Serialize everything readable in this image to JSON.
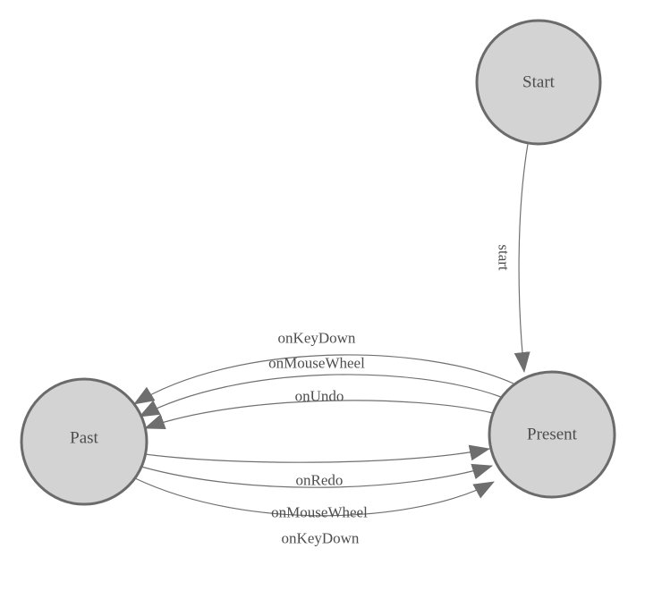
{
  "diagram": {
    "type": "state-machine",
    "background_color": "#ffffff",
    "node_fill_color": "#d3d3d3",
    "node_border_color": "#6b6b6b",
    "edge_line_color": "#707070",
    "arrowhead_color": "#6e6e6e",
    "label_text_color": "#4d4d4d",
    "nodes": [
      {
        "id": "start",
        "label": "Start"
      },
      {
        "id": "present",
        "label": "Present"
      },
      {
        "id": "past",
        "label": "Past"
      }
    ],
    "edges": [
      {
        "from": "Start",
        "to": "Present",
        "label": "start"
      },
      {
        "from": "Present",
        "to": "Past",
        "label": "onKeyDown"
      },
      {
        "from": "Present",
        "to": "Past",
        "label": "onMouseWheel"
      },
      {
        "from": "Present",
        "to": "Past",
        "label": "onUndo"
      },
      {
        "from": "Past",
        "to": "Present",
        "label": "onRedo"
      },
      {
        "from": "Past",
        "to": "Present",
        "label": "onMouseWheel"
      },
      {
        "from": "Past",
        "to": "Present",
        "label": "onKeyDown"
      }
    ]
  }
}
